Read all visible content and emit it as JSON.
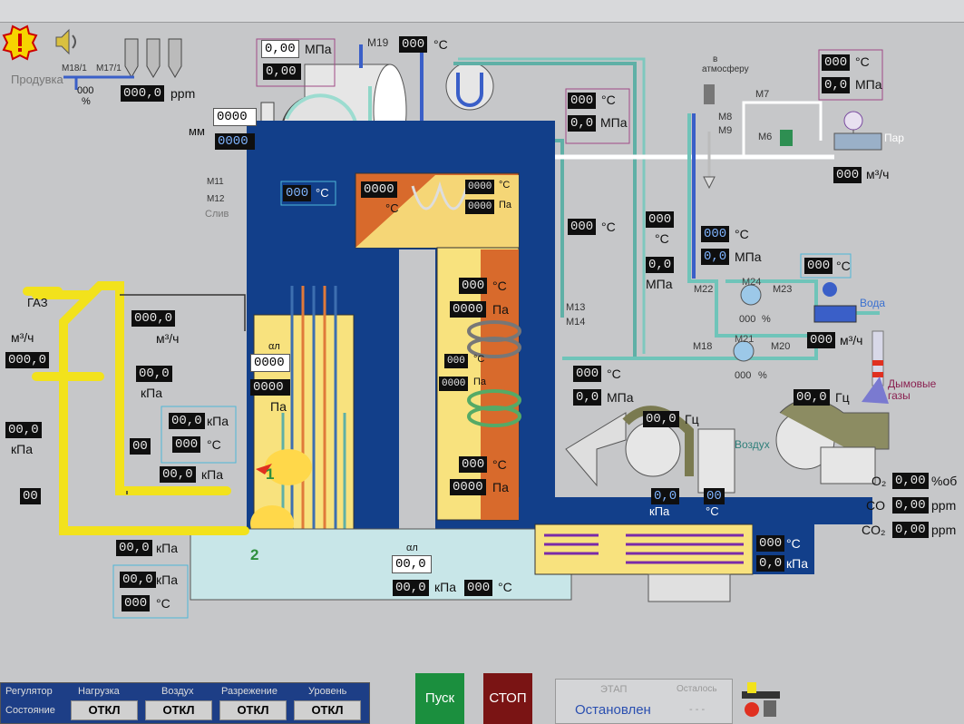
{
  "top": {
    "gauge_mm": "0,00",
    "gauge_mpa": "0,00",
    "unit_mpa": "МПа",
    "m19": "М19",
    "t_m19": "000",
    "deg_c": "°C",
    "m18_1": "М18/1",
    "m17_1": "М17/1",
    "produvka": "Продувка",
    "produvka_pct": "000",
    "pct": "%",
    "ppm_value": "000,0",
    "ppm_unit": "ppm",
    "mm_label": "мм",
    "mm_value": "0000",
    "mm_value2": "0000",
    "m11": "М11",
    "m12": "М12",
    "sliv": "Слив",
    "drum_t": "000"
  },
  "steam": {
    "t1": "000",
    "p1": "0,0",
    "unit_mpa": "МПа",
    "atm1": "в",
    "atm2": "атмосферу",
    "m8": "М8",
    "m9": "М9",
    "m7": "М7",
    "m6": "М6",
    "t2": "000",
    "p2": "0,0",
    "par": "Пар",
    "flow": "000",
    "flow_unit": "м³/ч"
  },
  "furnace": {
    "t_top": "0000",
    "t_top_unit": "°C",
    "mini_t1": "0000",
    "mini_p1": "0000",
    "mini_t_unit": "°C",
    "mini_p_unit": "Па",
    "alpha_label": "αл",
    "alpha_value": "0000",
    "p_furn": "0000",
    "pa": "Па",
    "t_econ": "000",
    "p_econ": "0000",
    "mid_t": "000",
    "mid_p": "0000",
    "t_low": "000",
    "p_low": "0000",
    "burner1": "1",
    "burner2": "2",
    "alpha2_label": "αл",
    "alpha2_value": "00,0",
    "bottom_kpa": "00,0",
    "bottom_t": "000",
    "kpa": "кПа"
  },
  "right": {
    "t_pipe": "000",
    "v1": "000",
    "v2": "0,0",
    "mpa": "МПа",
    "t_m13": "000",
    "p_m13": "0,0",
    "m13": "М13",
    "m14": "М14",
    "water_t": "000",
    "water_p": "0,0",
    "m22": "М22",
    "m24": "М24",
    "m23": "М23",
    "pct24": "000",
    "water_label": "Вода",
    "water_t2": "000",
    "water_flow": "000",
    "water_flow_unit": "м³/ч",
    "m18": "М18",
    "m21": "М21",
    "m20": "М20",
    "pct21": "000",
    "smoke_label": "Дымовые газы",
    "hz_smoke": "00,0",
    "hz": "Гц"
  },
  "gas": {
    "label": "ГАЗ",
    "flow_unit": "м³/ч",
    "flow_top": "000,0",
    "flow_left": "000,0",
    "kpa1": "00,0",
    "kpa_unit": "кПа",
    "kpa_left": "00,0",
    "t1": "00",
    "t2": "00",
    "p3": "00,0",
    "t3": "000",
    "p4": "00,0",
    "p5": "00,0",
    "p6": "00,0",
    "t6": "000"
  },
  "air": {
    "label": "Воздух",
    "fan_hz": "00,0",
    "hz": "Гц",
    "duct_kpa": "0,0",
    "duct_t": "00",
    "kpa": "кПа",
    "degc": "°C",
    "heater_t": "000",
    "heater_kpa": "0,0",
    "o2_label": "O₂",
    "o2_value": "0,00",
    "o2_unit": "%об",
    "co_label": "CO",
    "co_value": "0,00",
    "co_unit": "ppm",
    "co2_label": "CO₂",
    "co2_value": "0,00",
    "co2_unit": "ppm"
  },
  "statusbar": {
    "regulator": "Регулятор",
    "state": "Состояние",
    "h_load": "Нагрузка",
    "h_air": "Воздух",
    "h_draft": "Разрежение",
    "h_level": "Уровень",
    "off": "ОТКЛ",
    "start": "Пуск",
    "stop": "СТОП",
    "stage_label": "ЭТАП",
    "remain_label": "Осталось",
    "stage_value": "Остановлен",
    "remain_value": "- - -"
  },
  "colors": {
    "pipe_yellow": "#f2e21c",
    "steam_blue": "#3a5fc8",
    "boiler_navy": "#123f8a",
    "teal": "#6fc4b9",
    "fire": "#f7e37a",
    "btn_start": "#1b8f3e",
    "btn_stop": "#7a1414"
  }
}
